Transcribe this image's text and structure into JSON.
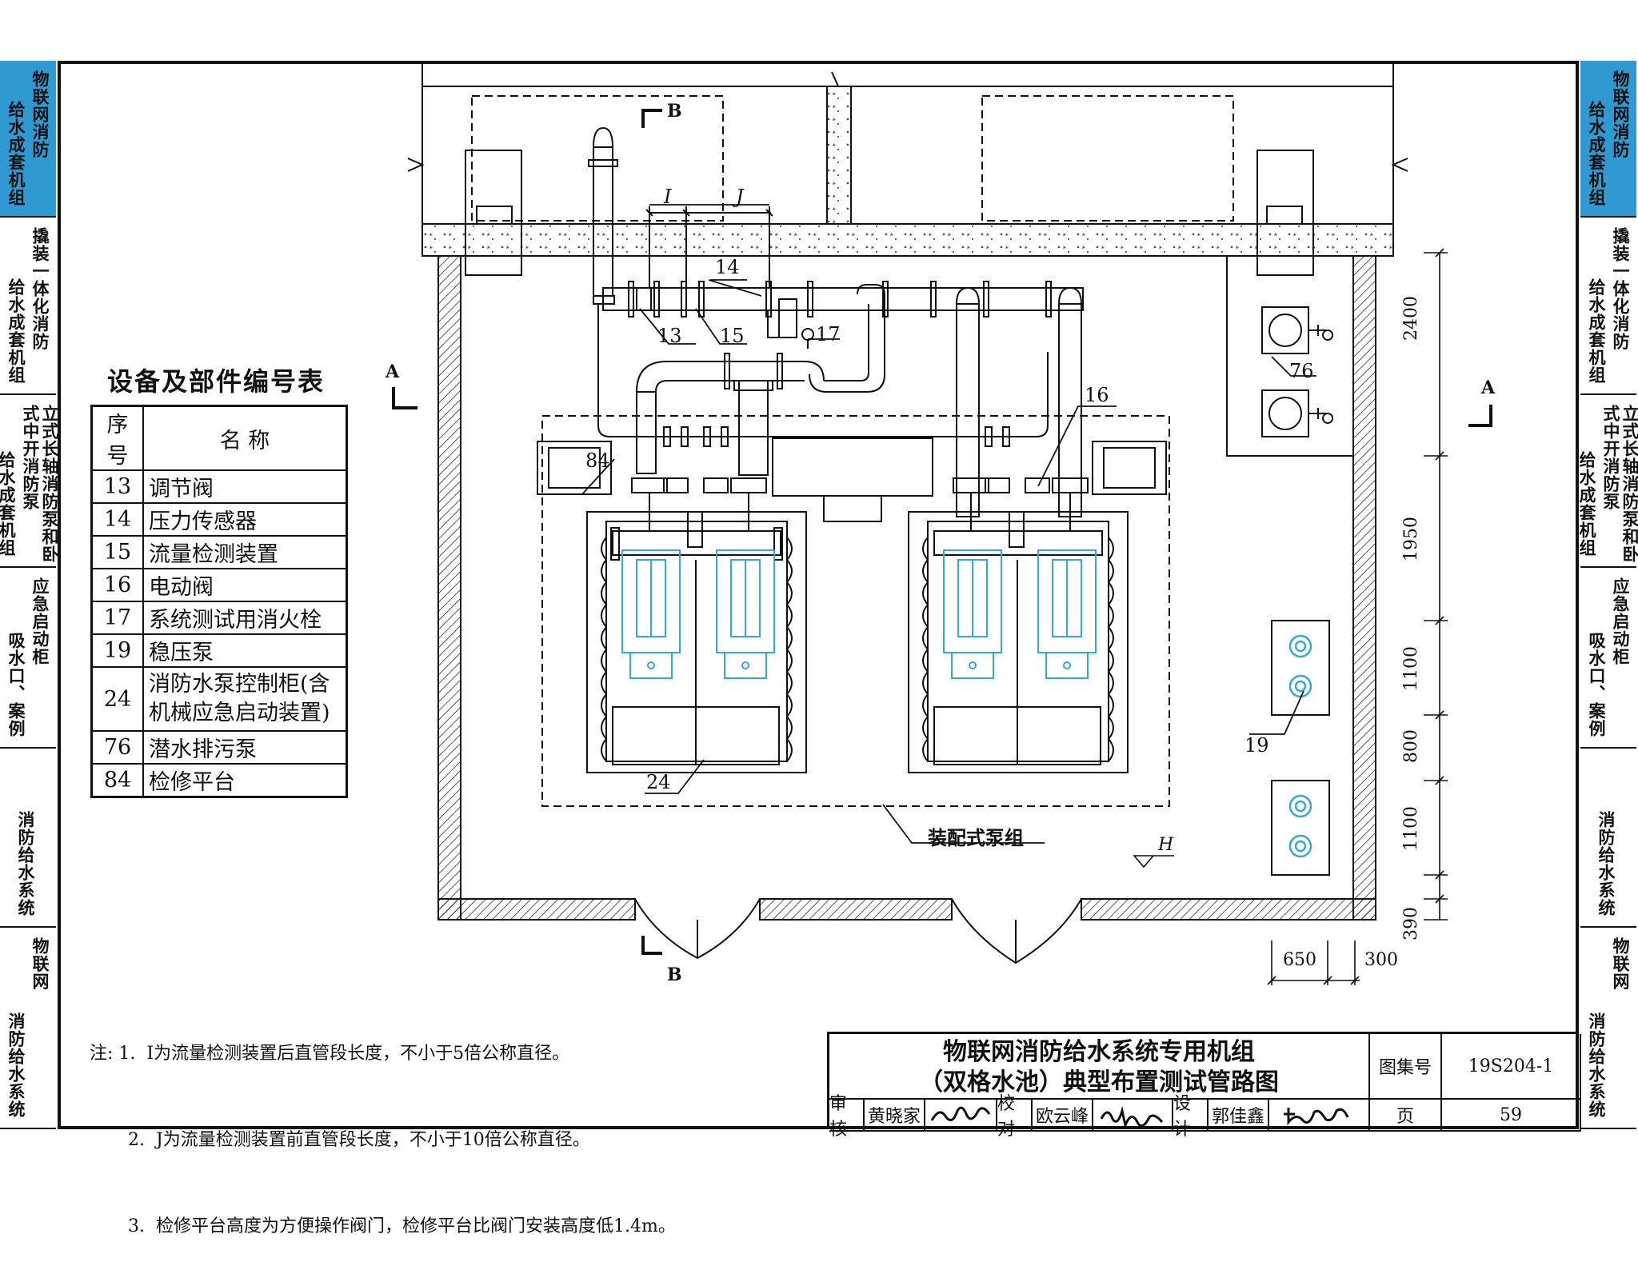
{
  "side_tabs_left": [
    {
      "col_a": "给水成套机组",
      "col_b": "物联网消防",
      "active": true
    },
    {
      "col_a": "给水成套机组",
      "col_b": "撬装一体化消防",
      "active": false
    },
    {
      "col_a": "给水成套机组",
      "col_b": "立式长轴消防泵和卧式中开消防泵",
      "active": false
    },
    {
      "col_a": "吸水口、案例",
      "col_b": "应急启动柜",
      "active": false
    },
    {
      "col_a": "消防给水系统",
      "col_b": "",
      "active": false
    },
    {
      "col_a": "消防给水系统",
      "col_b": "物联网",
      "active": false
    }
  ],
  "side_tabs_right": [
    {
      "col_a": "给水成套机组",
      "col_b": "物联网消防",
      "active": true
    },
    {
      "col_a": "给水成套机组",
      "col_b": "撬装一体化消防",
      "active": false
    },
    {
      "col_a": "给水成套机组",
      "col_b": "立式长轴消防泵和卧式中开消防泵",
      "active": false
    },
    {
      "col_a": "吸水口、案例",
      "col_b": "应急启动柜",
      "active": false
    },
    {
      "col_a": "消防给水系统",
      "col_b": "",
      "active": false
    },
    {
      "col_a": "消防给水系统",
      "col_b": "物联网",
      "active": false
    }
  ],
  "equipment_table": {
    "title": "设备及部件编号表",
    "headers": [
      "序号",
      "名 称"
    ],
    "rows": [
      {
        "no": "13",
        "name": "调节阀"
      },
      {
        "no": "14",
        "name": "压力传感器"
      },
      {
        "no": "15",
        "name": "流量检测装置"
      },
      {
        "no": "16",
        "name": "电动阀"
      },
      {
        "no": "17",
        "name": "系统测试用消火栓"
      },
      {
        "no": "19",
        "name": "稳压泵"
      },
      {
        "no": "24",
        "name": "消防水泵控制柜(含机械应急启动装置)"
      },
      {
        "no": "76",
        "name": "潜水排污泵"
      },
      {
        "no": "84",
        "name": "检修平台"
      }
    ]
  },
  "drawing_labels": {
    "section_a": "A",
    "section_b": "B",
    "dim_i": "I",
    "dim_j": "J",
    "elevation_h": "H",
    "pump_group": "装配式泵组",
    "callouts": [
      "14",
      "13",
      "15",
      "17",
      "16",
      "84",
      "76",
      "19",
      "24"
    ],
    "dims_right": [
      "2400",
      "1950",
      "1100",
      "800",
      "1100",
      "390"
    ],
    "dims_bottom": [
      "650",
      "300"
    ]
  },
  "notes": {
    "prefix": "注:",
    "items": [
      "1.  I为流量检测装置后直管段长度，不小于5倍公称直径。",
      "2.  J为流量检测装置前直管段长度，不小于10倍公称直径。",
      "3.  检修平台高度为方便操作阀门，检修平台比阀门安装高度低1.4m。"
    ]
  },
  "title_block": {
    "title_line1": "物联网消防给水系统专用机组",
    "title_line2": "（双格水池）典型布置测试管路图",
    "atlas_label": "图集号",
    "atlas_no": "19S204-1",
    "review_label": "审核",
    "reviewer": "黄晓家",
    "check_label": "校对",
    "checker": "欧云峰",
    "design_label": "设计",
    "designer": "郭佳鑫",
    "page_label": "页",
    "page_no": "59"
  },
  "colors": {
    "accent_tab": "#2f9ad2",
    "pump_blue": "#36a9d6",
    "line": "#111111"
  }
}
